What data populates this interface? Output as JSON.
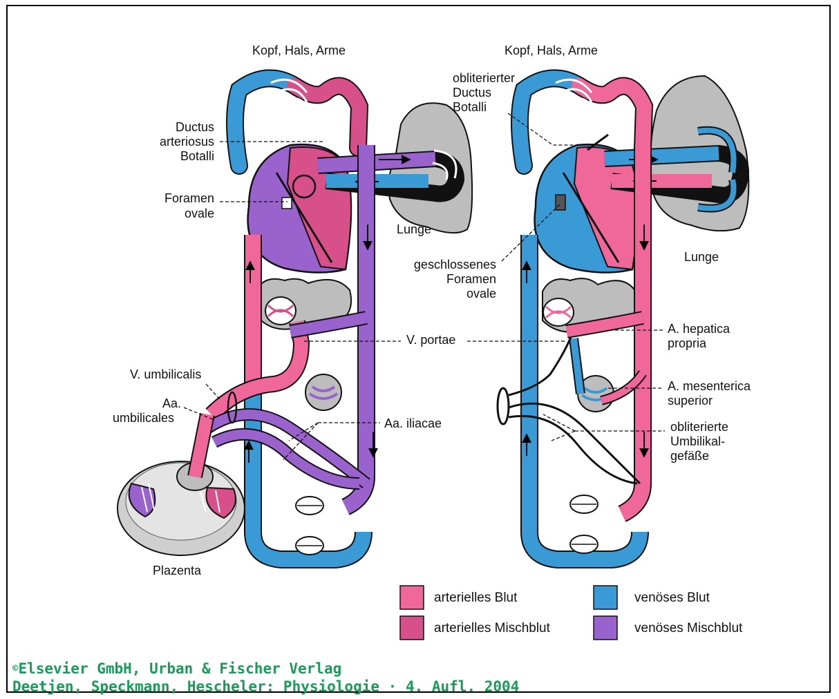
{
  "colors": {
    "arterial": "#f0679a",
    "arterial_mixed": "#d8508a",
    "venous": "#3a9ad6",
    "venous_mixed": "#9a62cc",
    "organ_gray": "#bdbdbd",
    "credit_green": "#1a9b5a"
  },
  "fetal": {
    "title": "Kopf, Hals, Arme",
    "ductus": [
      "Ductus",
      "arteriosus",
      "Botalli"
    ],
    "foramen": [
      "Foramen",
      "ovale"
    ],
    "lunge": "Lunge",
    "v_umbilicalis": "V. umbilicalis",
    "aa_umbilicales": [
      "Aa.",
      "umbilicales"
    ],
    "aa_iliacae": "Aa. iliacae",
    "plazenta": "Plazenta"
  },
  "shared": {
    "v_portae": "V. portae"
  },
  "adult": {
    "title": "Kopf, Hals, Arme",
    "obl_ductus": [
      "obliterierter",
      "Ductus",
      "Botalli"
    ],
    "geschl_foramen": [
      "geschlossenes",
      "Foramen",
      "ovale"
    ],
    "lunge": "Lunge",
    "a_hepatica": [
      "A. hepatica",
      "propria"
    ],
    "a_mesenterica": [
      "A. mesenterica",
      "superior"
    ],
    "obl_umbilikal": [
      "obliterierte",
      "Umbilikal-",
      "gefäße"
    ]
  },
  "legend": {
    "arterial": "arterielles Blut",
    "arterial_mixed": "arterielles Mischblut",
    "venous": "venöses Blut",
    "venous_mixed": "venöses Mischblut"
  },
  "credit": {
    "symbol": "©",
    "line1": "Elsevier GmbH, Urban & Fischer Verlag",
    "line2": "Deetjen, Speckmann, Hescheler: Physiologie · 4. Aufl. 2004"
  }
}
